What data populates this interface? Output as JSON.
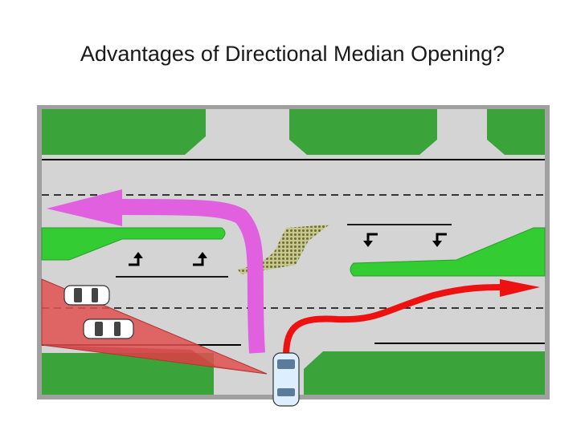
{
  "slide": {
    "title": "Advantages of Directional Median Opening?"
  },
  "colors": {
    "grass": "#3aa43a",
    "median": "#33cc33",
    "road": "#d0d0d0",
    "frame": "#a0a0a0",
    "through_path": "#e060e0",
    "left_path": "#ee0000",
    "sight_triangle": "#e05050",
    "crossing_hatch": "#8a8a3a"
  },
  "diagram": {
    "layout": "four-lane road with directional median opening",
    "lane_arrows": {
      "upper_median_left_turn_icons": 2,
      "lower_median_left_turn_icons": 2
    },
    "vehicles": [
      "waiting-car",
      "approaching-car-1",
      "approaching-car-2"
    ]
  }
}
